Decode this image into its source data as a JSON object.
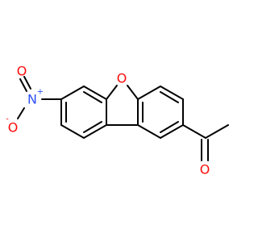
{
  "molecule": {
    "atoms": {
      "ring_oxygen": "O",
      "nitro_nitrogen": "N",
      "nitro_oxygen_top": "O",
      "nitro_oxygen_minus": "O",
      "carbonyl_oxygen": "O"
    },
    "charges": {
      "nitrogen_plus": "+",
      "oxygen_minus": "-"
    },
    "colors": {
      "oxygen": "#ff0d0d",
      "nitrogen": "#3050f8",
      "bond": "#000000"
    }
  }
}
